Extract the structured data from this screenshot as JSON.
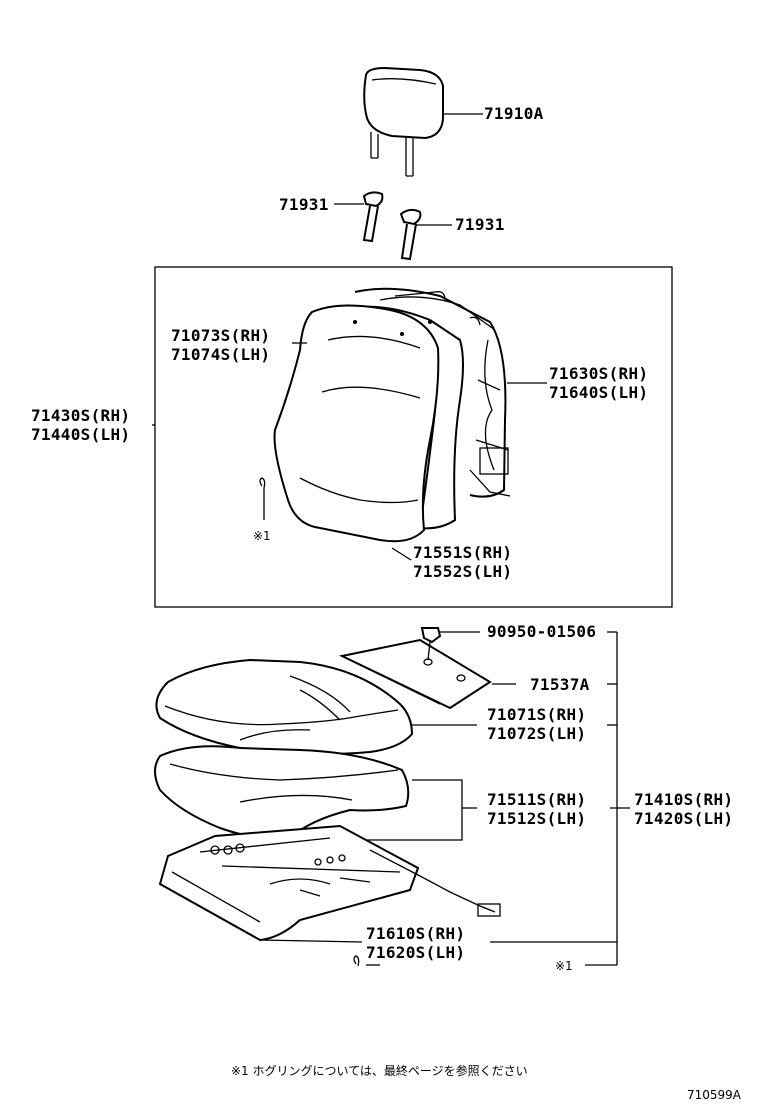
{
  "parts": {
    "headrest": "71910A",
    "support_left": "71931",
    "support_right": "71931",
    "back_assy_rh": "71430S(RH)",
    "back_assy_lh": "71440S(LH)",
    "back_cover_rh": "71073S(RH)",
    "back_cover_lh": "71074S(LH)",
    "back_frame_rh": "71630S(RH)",
    "back_frame_lh": "71640S(LH)",
    "back_pad_rh": "71551S(RH)",
    "back_pad_lh": "71552S(LH)",
    "hog_ring_mark_back": "※1",
    "nut": "90950-01506",
    "shield": "71537A",
    "cushion_cover_rh": "71071S(RH)",
    "cushion_cover_lh": "71072S(LH)",
    "cushion_pad_rh": "71511S(RH)",
    "cushion_pad_lh": "71512S(LH)",
    "cushion_assy_rh": "71410S(RH)",
    "cushion_assy_lh": "71420S(LH)",
    "cushion_frame_rh": "71610S(RH)",
    "cushion_frame_lh": "71620S(LH)",
    "hog_ring_mark_cushion": "※1"
  },
  "footnote": "※1  ホグリングについては、最終ページを参照ください",
  "drawing_code": "710599A"
}
